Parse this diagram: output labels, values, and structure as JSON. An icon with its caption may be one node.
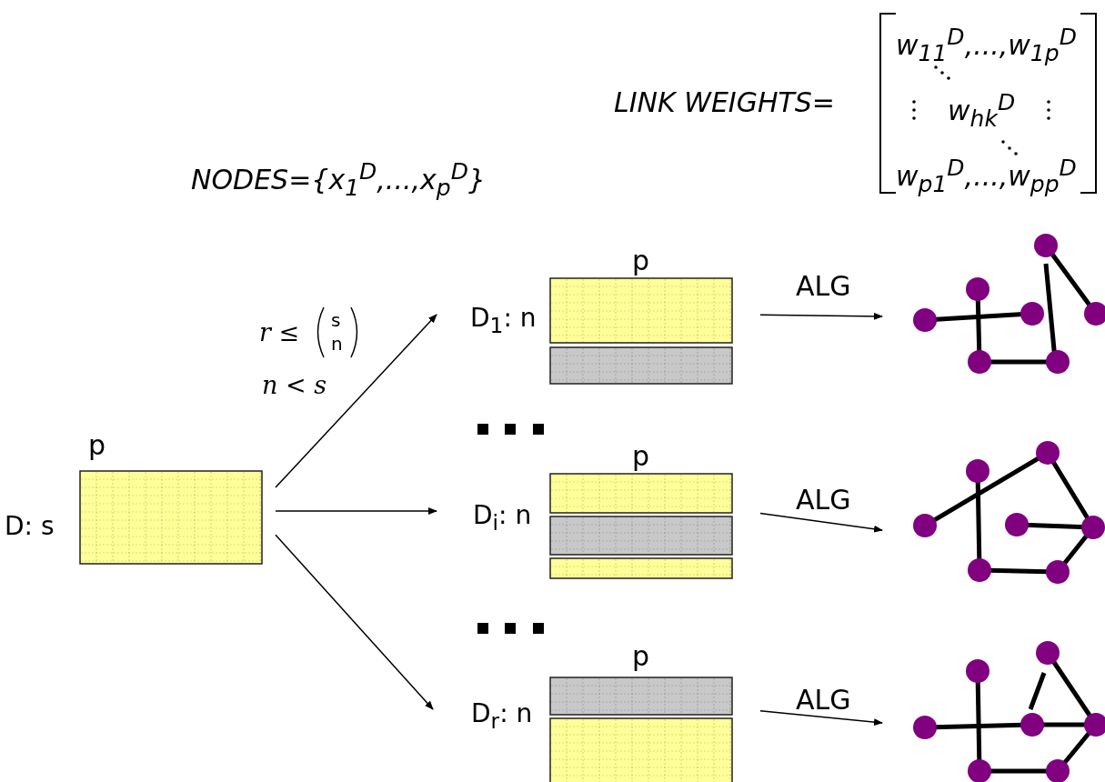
{
  "diagram": {
    "nodes": [
      {
        "text": [
          "p"
        ],
        "beside": [
          "D: s"
        ]
      },
      {
        "text": [
          "p"
        ],
        "beside": [
          "D$_{1}$: n"
        ]
      },
      {
        "text": [
          "p"
        ],
        "beside": [
          "D$_{i}$: n"
        ]
      },
      {
        "text": [
          "p"
        ],
        "beside": [
          "D$_{r}$: n"
        ]
      },
      {
        "text": [],
        "shape": "picture"
      },
      {
        "text": [],
        "shape": "picture"
      },
      {
        "text": [],
        "shape": "picture"
      }
    ],
    "edges": [
      {
        "from": 0,
        "to": 1,
        "arrow": "to"
      },
      {
        "from": 0,
        "to": 2,
        "arrow": "to"
      },
      {
        "from": 0,
        "to": 3,
        "arrow": "to"
      },
      {
        "from": 1,
        "to": 4,
        "arrow": "to",
        "label": "ALG"
      },
      {
        "from": 2,
        "to": 5,
        "arrow": "to",
        "label": "ALG"
      },
      {
        "from": 3,
        "to": 6,
        "arrow": "to",
        "label": "ALG"
      }
    ],
    "labels": [
      "NODES={x$_{1}$$^{D}$,...,x$_{p}$$^{D}$}",
      "LINK WEIGHTS=",
      "w$_{11}$$^{D}$,...,w$_{1p}$$^{D}$",
      "w$_{hk}$$^{D}$",
      "w$_{p1}$$^{D}$,...,w$_{pp}$$^{D}$",
      "r ≤",
      "s",
      "n",
      "n < s"
    ]
  }
}
